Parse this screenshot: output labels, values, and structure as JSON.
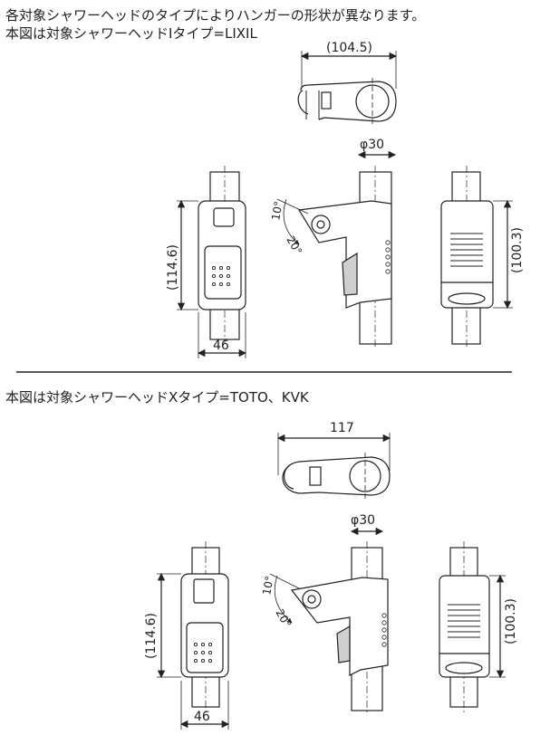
{
  "header": {
    "line1": "各対象シャワーヘッドのタイプによりハンガーの形状が異なります。",
    "line2": "本図は対象シャワーヘッドIタイプ=LIXIL"
  },
  "section2": {
    "caption": "本図は対象シャワーヘッドXタイプ=TOTO、KVK"
  },
  "top": {
    "width_label": "(104.5)",
    "diameter_label": "φ30",
    "angle1": "10°",
    "angle2": "20°",
    "height_label": "(114.6)",
    "base_width": "46",
    "right_height": "(100.3)"
  },
  "bottom": {
    "width_label": "117",
    "diameter_label": "φ30",
    "angle1": "10°",
    "angle2": "20°",
    "height_label": "(114.6)",
    "base_width": "46",
    "right_height": "(100.3)"
  },
  "colors": {
    "line": "#222222",
    "body_fill": "#ffffff",
    "grey": "#cfcfcf"
  }
}
